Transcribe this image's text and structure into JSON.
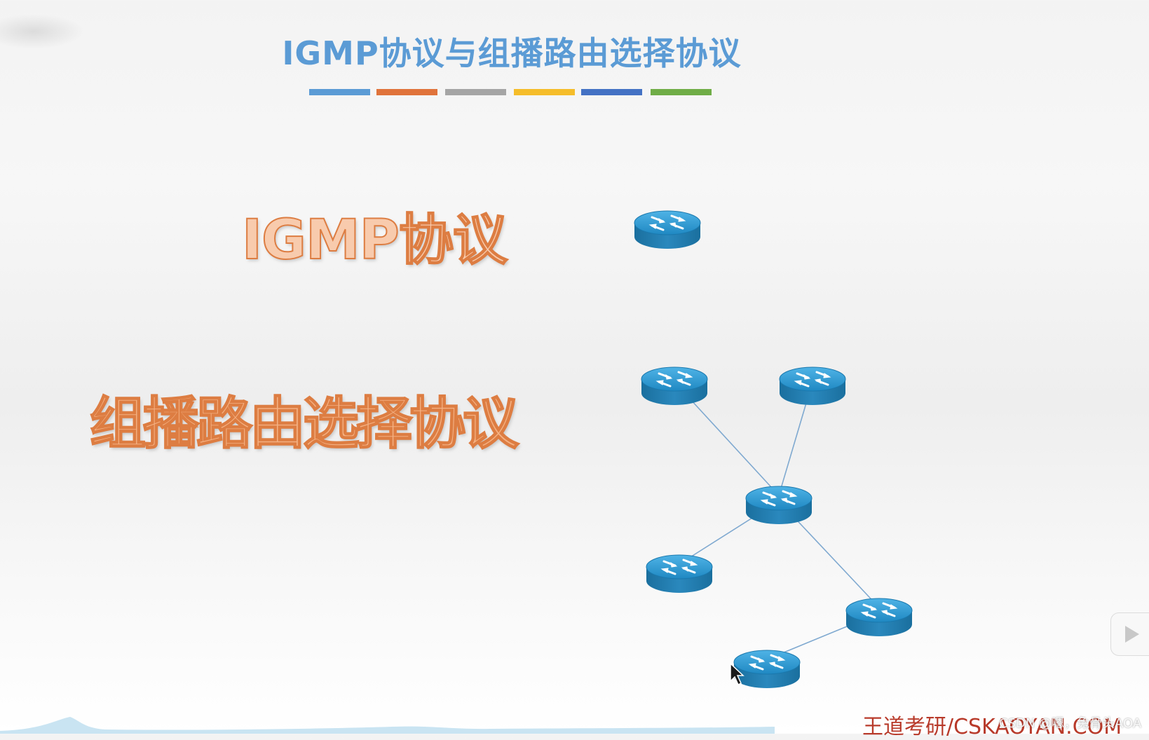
{
  "slide": {
    "title": "IGMP协议与组播路由选择协议",
    "heading_igmp": "IGMP协议",
    "heading_multicast": "组播路由选择协议",
    "title_color": "#5b9bd5",
    "heading_color": "#dd7d42"
  },
  "color_bars": [
    "#5b9bd5",
    "#e0733b",
    "#a5a5a5",
    "#f5bd2a",
    "#4472c4",
    "#70ad47"
  ],
  "diagram": {
    "nodes": [
      {
        "id": "r-igmp"
      },
      {
        "id": "r-top-left"
      },
      {
        "id": "r-top-right"
      },
      {
        "id": "r-center"
      },
      {
        "id": "r-mid-left"
      },
      {
        "id": "r-bottom-right"
      },
      {
        "id": "r-bottom"
      }
    ],
    "edges": [
      {
        "from": "r-top-left",
        "to": "r-center"
      },
      {
        "from": "r-top-right",
        "to": "r-center"
      },
      {
        "from": "r-center",
        "to": "r-mid-left"
      },
      {
        "from": "r-center",
        "to": "r-bottom-right"
      },
      {
        "from": "r-bottom-right",
        "to": "r-bottom"
      }
    ],
    "router_color": "#1e8bc3",
    "link_color": "#7fa9d0"
  },
  "watermark": "王道考研/CSKAOYAN.COM",
  "csdn_mark": "CSDN @嗯，兔骨头AOA",
  "icons": {
    "router": "router-icon",
    "play": "play-icon",
    "cursor": "mouse-pointer-icon"
  }
}
